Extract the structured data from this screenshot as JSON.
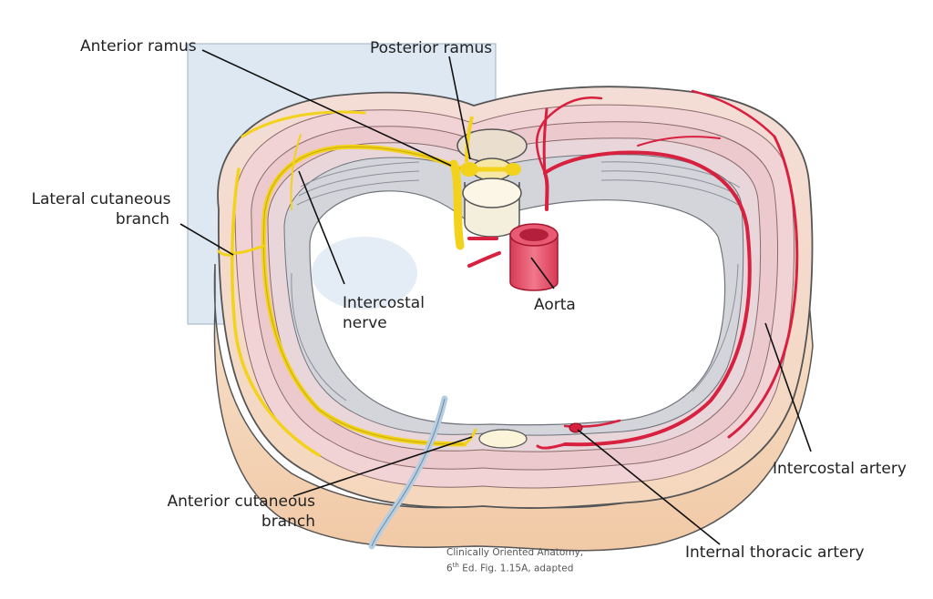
{
  "labels": {
    "anterior_ramus": "Anterior ramus",
    "posterior_ramus": "Posterior ramus",
    "lateral_cutaneous_line1": "Lateral cutaneous",
    "lateral_cutaneous_line2": "branch",
    "intercostal_nerve_line1": "Intercostal",
    "intercostal_nerve_line2": "nerve",
    "aorta": "Aorta",
    "intercostal_artery": "Intercostal artery",
    "anterior_cutaneous_line1": "Anterior cutaneous",
    "anterior_cutaneous_line2": "branch",
    "internal_thoracic_artery": "Internal thoracic artery"
  },
  "caption": {
    "line1": "Clinically Oriented Anatomy,",
    "edition_num": "6",
    "edition_sup": "th",
    "line2_rest": " Ed. Fig. 1.15A, adapted"
  },
  "colors": {
    "nerve": "#f2d21b",
    "artery": "#d8203f",
    "aorta": "#e8506a",
    "body_wall": "#f6dfcf",
    "pleura": "#c9ccd3",
    "backdrop": "#dde8f3"
  }
}
